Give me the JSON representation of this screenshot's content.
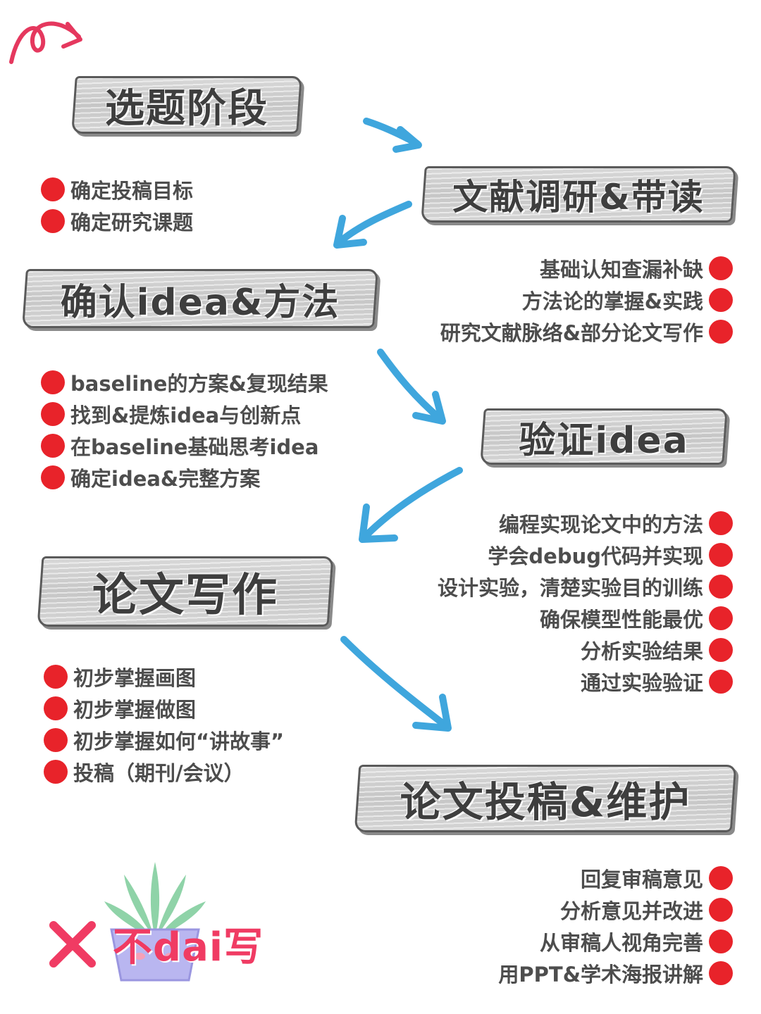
{
  "stages": [
    {
      "title": "选题阶段",
      "items": [
        "确定投稿目标",
        "确定研究课题"
      ]
    },
    {
      "title": "文献调研&带读",
      "items": [
        "基础认知查漏补缺",
        "方法论的掌握&实践",
        "研究文献脉络&部分论文写作"
      ]
    },
    {
      "title": "确认idea&方法",
      "items": [
        "baseline的方案&复现结果",
        "找到&提炼idea与创新点",
        "在baseline基础思考idea",
        "确定idea&完整方案"
      ]
    },
    {
      "title": "验证idea",
      "items": [
        "编程实现论文中的方法",
        "学会debug代码并实现",
        "设计实验，清楚实验目的训练",
        "确保模型性能最优",
        "分析实验结果",
        "通过实验验证"
      ]
    },
    {
      "title": "论文写作",
      "items": [
        "初步掌握画图",
        "初步掌握做图",
        "初步掌握如何“讲故事”",
        "投稿（期刊/会议）"
      ]
    },
    {
      "title": "论文投稿&维护",
      "items": [
        "回复审稿意见",
        "分析意见并改进",
        "从审稿人视角完善",
        "用PPT&学术海报讲解"
      ]
    }
  ],
  "brand": "不dai写",
  "colors": {
    "dot": "#e8232a",
    "arrow": "#3fa6dd",
    "brand": "#f03b63",
    "doodle": "#e5385e"
  },
  "icons": [
    "loop-arrow-doodle-icon",
    "arrow-icon",
    "cross-icon",
    "plant-pot-icon"
  ]
}
